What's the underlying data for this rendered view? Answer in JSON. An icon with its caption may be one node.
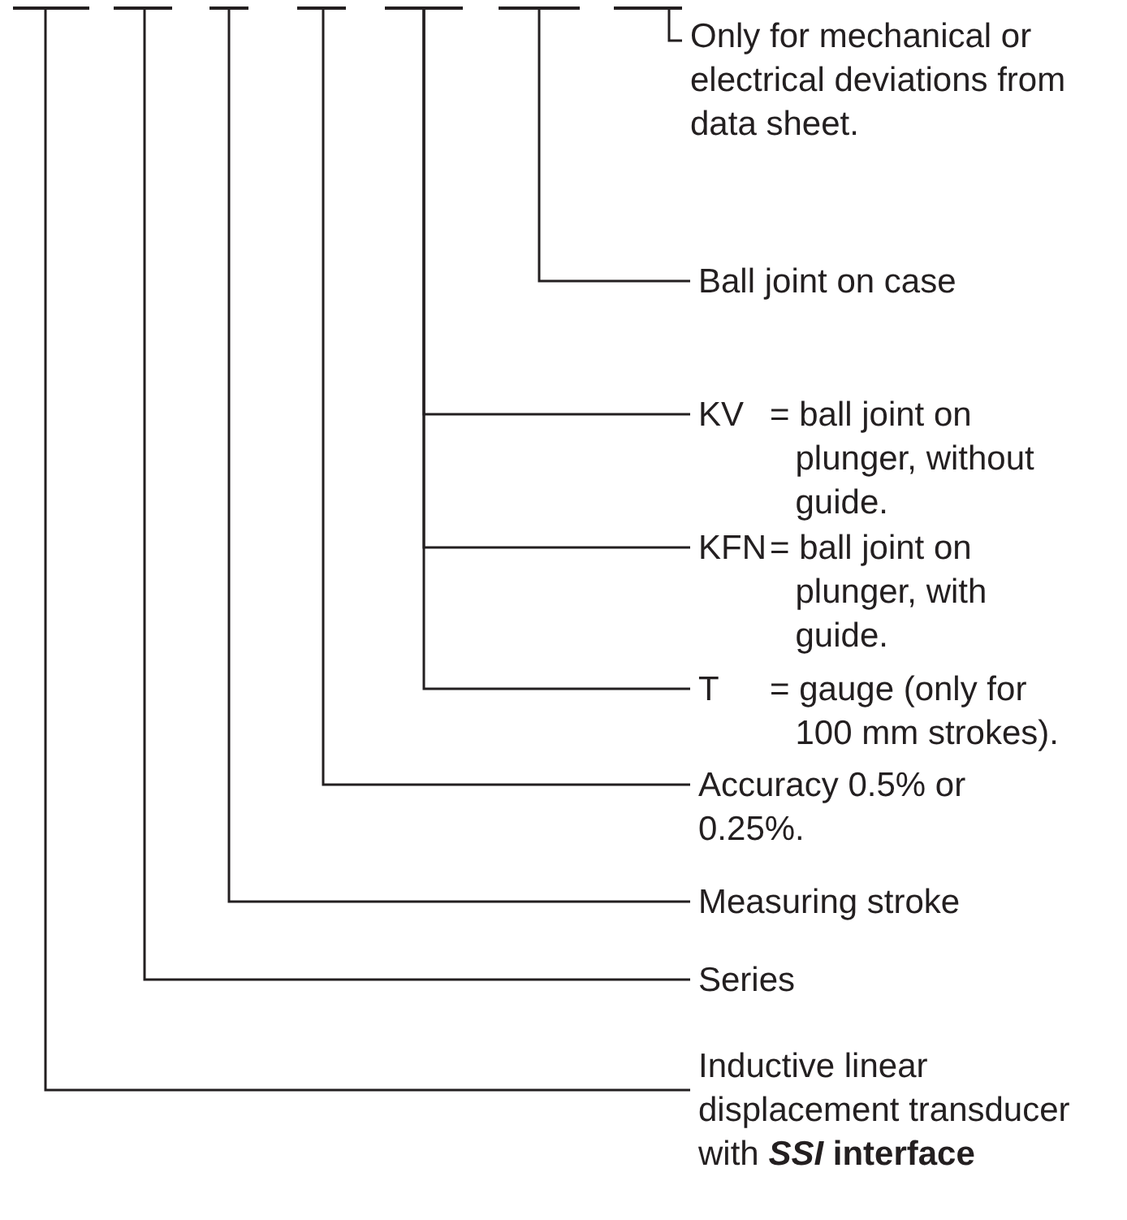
{
  "diagram": {
    "nodes": [
      {
        "text": [],
        "shape": "bar"
      },
      {
        "text": [],
        "shape": "bar"
      },
      {
        "text": [],
        "shape": "bar"
      },
      {
        "text": [],
        "shape": "bar"
      },
      {
        "text": [],
        "shape": "bar"
      },
      {
        "text": [],
        "shape": "bar"
      },
      {
        "text": [],
        "shape": "bar"
      },
      {
        "text": [
          "Only for mechanical or electrical deviations from data sheet."
        ]
      },
      {
        "text": [
          "Ball joint on case"
        ]
      },
      {
        "text": [
          "KV",
          "= ball joint on plunger, without guide."
        ]
      },
      {
        "text": [
          "KFN",
          "= ball joint on plunger, with guide."
        ]
      },
      {
        "text": [
          "T",
          "= gauge (only for 100 mm strokes)."
        ]
      },
      {
        "text": [
          "Accuracy 0.5% or 0.25%."
        ]
      },
      {
        "text": [
          "Measuring stroke"
        ]
      },
      {
        "text": [
          "Series"
        ]
      },
      {
        "text": [
          "Inductive linear displacement transducer with ***SSI* interface**"
        ]
      }
    ],
    "edges": [
      {
        "from": 6,
        "to": 7,
        "arrow": "none"
      },
      {
        "from": 5,
        "to": 8,
        "arrow": "none"
      },
      {
        "from": 4,
        "to": 9,
        "arrow": "none"
      },
      {
        "from": 4,
        "to": 10,
        "arrow": "none"
      },
      {
        "from": 4,
        "to": 11,
        "arrow": "none"
      },
      {
        "from": 3,
        "to": 12,
        "arrow": "none"
      },
      {
        "from": 2,
        "to": 13,
        "arrow": "none"
      },
      {
        "from": 1,
        "to": 14,
        "arrow": "none"
      },
      {
        "from": 0,
        "to": 15,
        "arrow": "none"
      }
    ]
  }
}
